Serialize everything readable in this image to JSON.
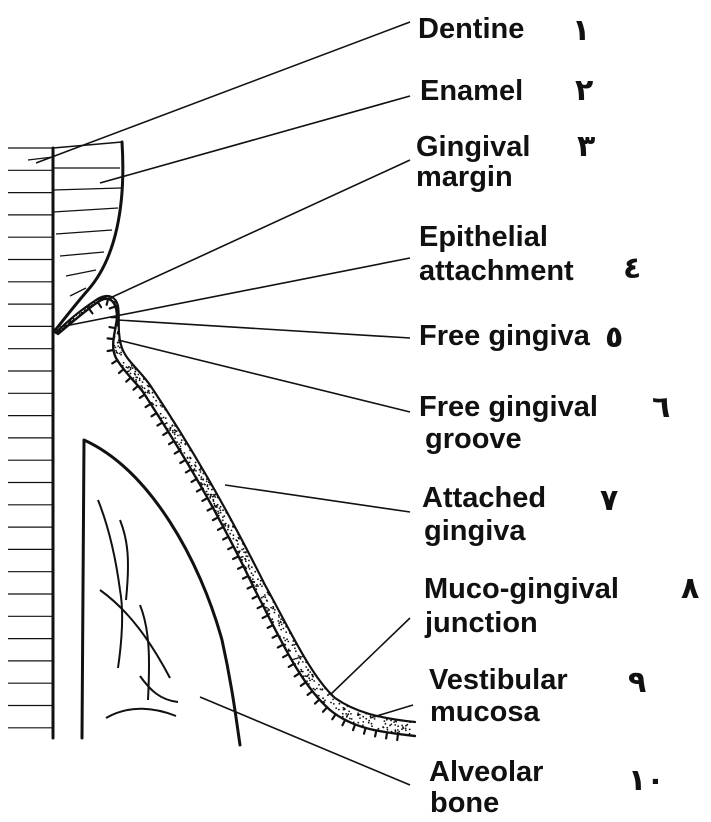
{
  "labels": [
    {
      "id": "dentine",
      "lines": [
        "Dentine"
      ],
      "number": "١"
    },
    {
      "id": "enamel",
      "lines": [
        "Enamel"
      ],
      "number": "٢"
    },
    {
      "id": "gingival-margin",
      "lines": [
        "Gingival",
        "margin"
      ],
      "number": "٣"
    },
    {
      "id": "epithelial-attachment",
      "lines": [
        "Epithelial",
        "attachment"
      ],
      "number": "٤"
    },
    {
      "id": "free-gingiva",
      "lines": [
        "Free gingiva"
      ],
      "number": "٥"
    },
    {
      "id": "free-gingival-groove",
      "lines": [
        "Free gingival",
        "groove"
      ],
      "number": "٦"
    },
    {
      "id": "attached-gingiva",
      "lines": [
        "Attached",
        "gingiva"
      ],
      "number": "٧"
    },
    {
      "id": "muco-gingival-junction",
      "lines": [
        "Muco-gingival",
        "junction"
      ],
      "number": "٨"
    },
    {
      "id": "vestibular-mucosa",
      "lines": [
        "Vestibular",
        "mucosa"
      ],
      "number": "٩"
    },
    {
      "id": "alveolar-bone",
      "lines": [
        "Alveolar",
        "bone"
      ],
      "number": "١٠"
    }
  ]
}
